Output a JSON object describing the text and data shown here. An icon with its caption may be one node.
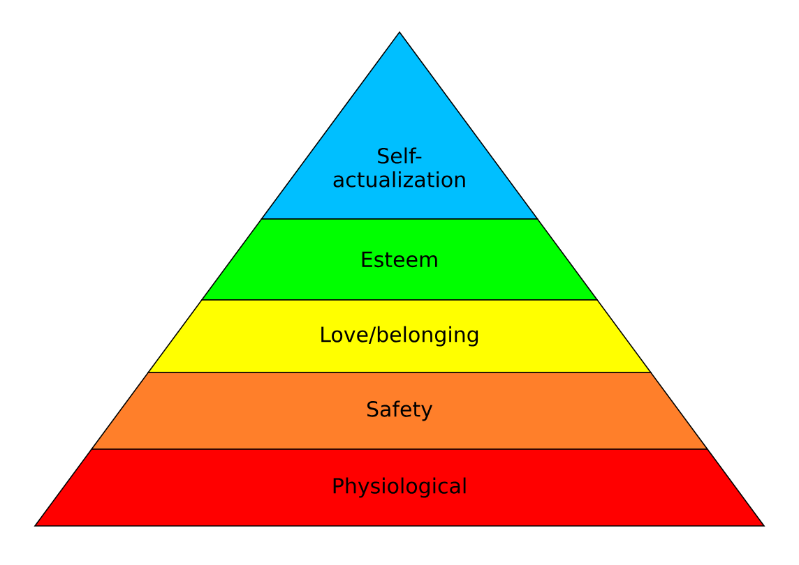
{
  "diagram": {
    "nodes": [
      {
        "text": [
          "Self-actualization"
        ]
      },
      {
        "text": [
          "Esteem"
        ]
      },
      {
        "text": [
          "Love/belonging"
        ]
      },
      {
        "text": [
          "Safety"
        ]
      },
      {
        "text": [
          "Physiological"
        ]
      }
    ]
  }
}
